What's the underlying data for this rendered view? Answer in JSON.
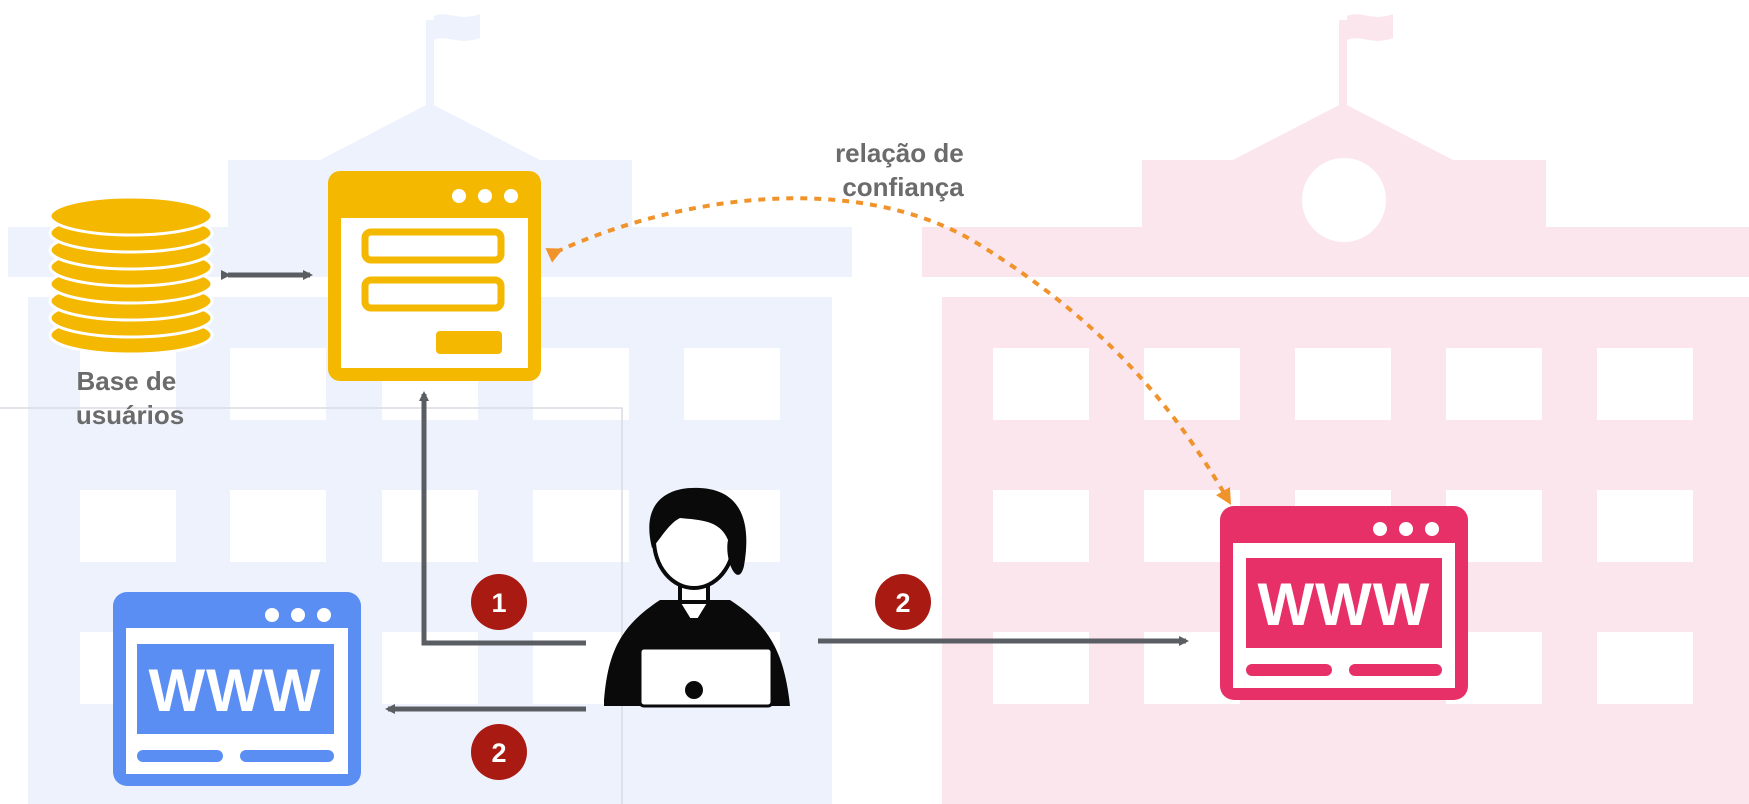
{
  "labels": {
    "database": [
      "Base de",
      "usuários"
    ],
    "trust": [
      "relação de",
      "confiança"
    ]
  },
  "badges": {
    "step1": "1",
    "step2_left": "2",
    "step2_right": "2"
  },
  "sites": {
    "left_www": "WWW",
    "right_www": "WWW"
  },
  "colors": {
    "left_building": "#edf2fd",
    "right_building": "#fbe6ee",
    "login_app": "#f5b800",
    "site_left": "#5b8ef2",
    "site_right": "#e83068",
    "badge": "#a81a12",
    "arrow": "#5a5e63",
    "trust_arrow": "#f0932b",
    "label": "#6b6b6b"
  },
  "icons": {
    "database": "database-icon",
    "login_app": "login-form-window-icon",
    "user": "user-with-laptop-icon",
    "site_left": "web-browser-icon",
    "site_right": "web-browser-icon"
  }
}
